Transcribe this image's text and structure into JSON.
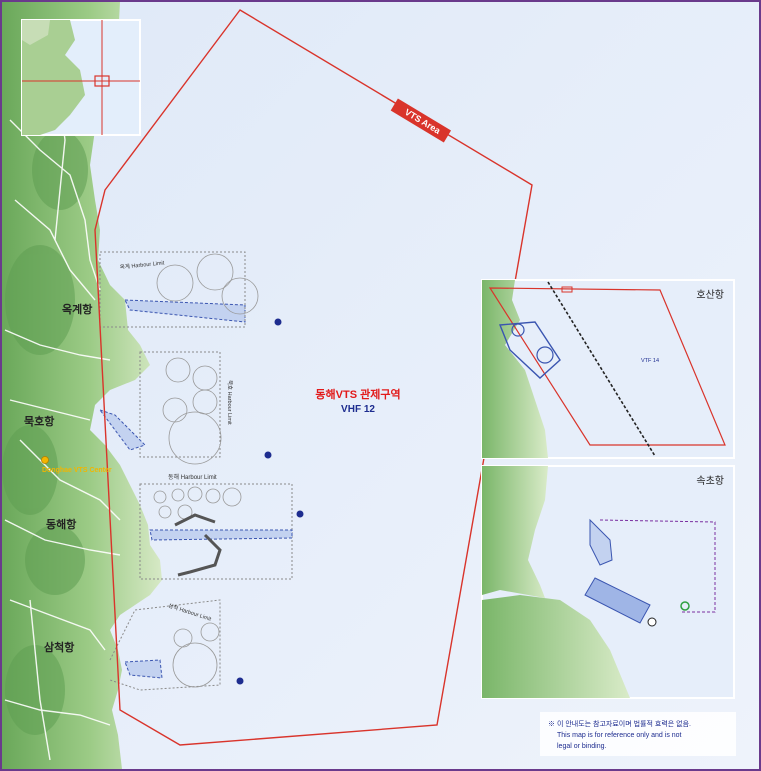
{
  "map": {
    "vts_area_label": "VTS Area",
    "control_zone_title": "동해VTS 관제구역",
    "control_zone_channel": "VHF 12",
    "vts_center_label": "Donghae VTS Center"
  },
  "ports": {
    "okgye": "옥계항",
    "mukho": "묵호항",
    "donghae": "동해항",
    "samcheok": "삼척항"
  },
  "harbour_limits": {
    "okgye": "옥계 Harbour Limit",
    "mukho": "묵호 Harbour Limit",
    "donghae": "동해 Harbour Limit",
    "samcheok": "삼척 Harbour Limit"
  },
  "insets": {
    "hosan": {
      "title": "호산항",
      "label": "VTF 14"
    },
    "sokcho": {
      "title": "속초항"
    }
  },
  "disclaimer": {
    "korean": "※ 이 안내도는 참고자료이며 법률적 효력은 없음.",
    "english_line1": "This map is for reference only and is not",
    "english_line2": "legal or binding."
  },
  "colors": {
    "sea": "#e6eefa",
    "vts_border": "#d9342b",
    "harbour_limit": "#8a8a8a",
    "channel_fill": "#c3d2f0",
    "channel_border": "#3a55b0",
    "land_green": "#78b567",
    "land_light": "#e8f2dd",
    "title_red": "#e21a1a",
    "title_blue": "#1d2c8f",
    "frame": "#6a3a8c"
  }
}
